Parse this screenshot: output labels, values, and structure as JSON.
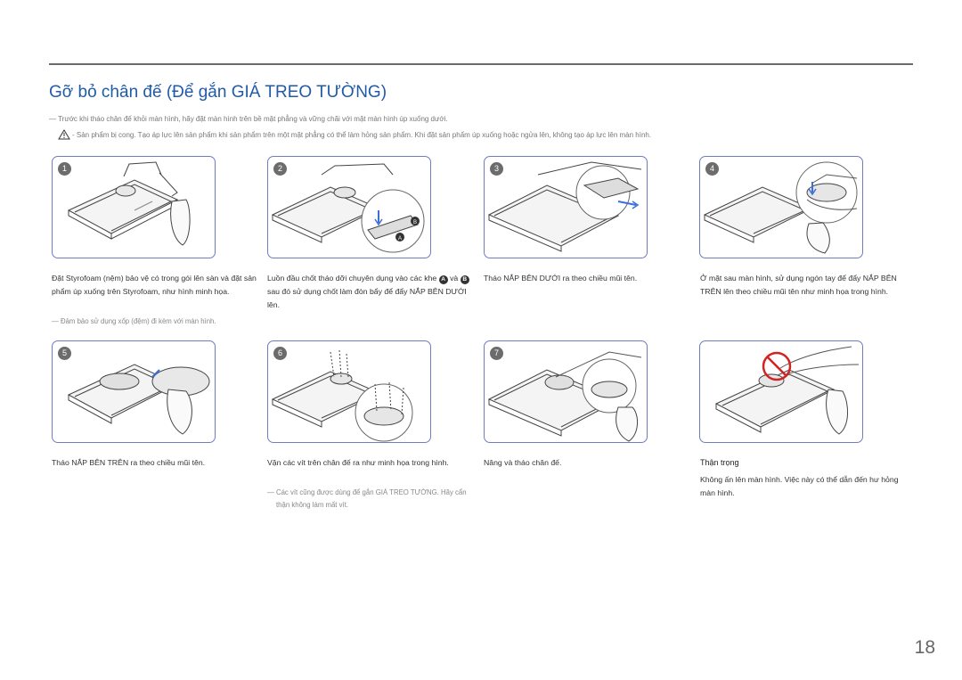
{
  "header": {
    "title": "Gỡ bỏ chân đế (Để gắn GIÁ TREO TƯỜNG)",
    "note1": "― Trước khi tháo chân đế khỏi màn hình, hãy đặt màn hình trên bề mặt phẳng và vững chãi với mặt màn hình úp xuống dưới.",
    "note2": "- Sản phẩm bị cong. Tạo áp lực lên sản phẩm khi sản phẩm trên một mặt phẳng có thể làm hỏng sản phẩm. Khi đặt sản phẩm úp xuống hoặc ngửa lên, không tạo áp lực lên màn hình."
  },
  "steps": [
    {
      "num": "1",
      "caption": "Đặt Styrofoam (nệm) bảo vệ có trong gói lên sàn và đặt sản phẩm úp xuống trên Styrofoam, như hình minh họa.",
      "note": "― Đảm bảo sử dụng xốp (đệm) đi kèm với màn hình."
    },
    {
      "num": "2",
      "caption_a": "Luồn đầu chốt tháo dỡi chuyên dụng vào các khe",
      "caption_b": "và",
      "caption_c": "sau đó sử dụng chốt làm đòn bẩy để đẩy NẮP BÊN DƯỚI lên.",
      "badge_a": "A",
      "badge_b": "B"
    },
    {
      "num": "3",
      "caption": "Tháo NẮP BÊN DƯỚI ra theo chiều mũi tên."
    },
    {
      "num": "4",
      "caption": "Ở mặt sau màn hình, sử dụng ngón tay để đẩy NẮP BÊN TRÊN lên theo chiều mũi tên như minh họa trong hình."
    },
    {
      "num": "5",
      "caption": "Tháo NẮP BÊN TRÊN ra theo chiều mũi tên."
    },
    {
      "num": "6",
      "caption": "Vặn các vít trên chân đế ra như minh họa trong hình.",
      "note": "― Các vít cũng được dùng để gắn GIÁ TREO TƯỜNG. Hãy cẩn thận không làm mất vít."
    },
    {
      "num": "7",
      "caption": "Nâng và tháo chân đế."
    }
  ],
  "caution": {
    "title": "Thận trọng",
    "text": "Không ấn lên màn hình. Việc này có thể dẫn đến hư hỏng màn hình."
  },
  "page_number": "18"
}
